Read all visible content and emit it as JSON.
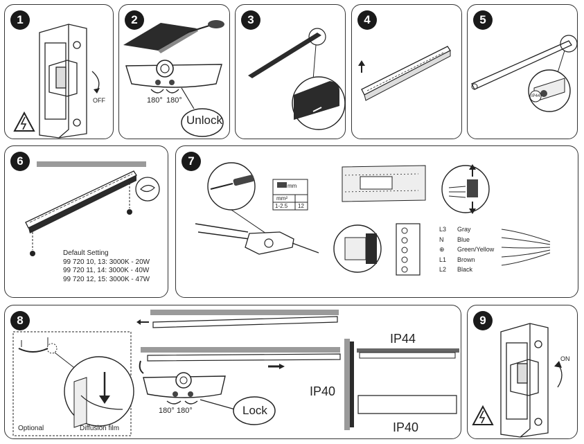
{
  "steps": {
    "s1": {
      "number": "1",
      "off_label": "OFF"
    },
    "s2": {
      "number": "2",
      "angle_left": "180°",
      "angle_right": "180°",
      "callout": "Unlock"
    },
    "s3": {
      "number": "3"
    },
    "s4": {
      "number": "4"
    },
    "s5": {
      "number": "5",
      "ip_label": "IP44"
    },
    "s6": {
      "number": "6",
      "settings_title": "Default Setting",
      "settings": [
        "99 720 10, 13: 3000K - 20W",
        "99 720 11, 14: 3000K - 40W",
        "99 720 12, 15: 3000K - 47W"
      ]
    },
    "s7": {
      "number": "7",
      "table": {
        "unit_mm": "mm",
        "unit_mm2": "mm²",
        "cross_section": "1-2.5",
        "strip_length": "12"
      },
      "wires": [
        {
          "terminal": "L3",
          "color": "Gray"
        },
        {
          "terminal": "N",
          "color": "Blue"
        },
        {
          "terminal": "⊕",
          "color": "Green/Yellow"
        },
        {
          "terminal": "L1",
          "color": "Brown"
        },
        {
          "terminal": "L2",
          "color": "Black"
        }
      ]
    },
    "s8": {
      "number": "8",
      "optional_label": "Optional",
      "diffusion_label": "Diffusion film",
      "angle_left": "180°",
      "angle_right": "180°",
      "callout": "Lock",
      "ip40_side": "IP40",
      "ip44": "IP44",
      "ip40_bottom": "IP40"
    },
    "s9": {
      "number": "9",
      "on_label": "ON"
    }
  },
  "colors": {
    "ink": "#1a1a1a",
    "dark_fill": "#2b2b2b",
    "ceiling": "#9a9a9a",
    "light_gray": "#dcdcdc"
  }
}
